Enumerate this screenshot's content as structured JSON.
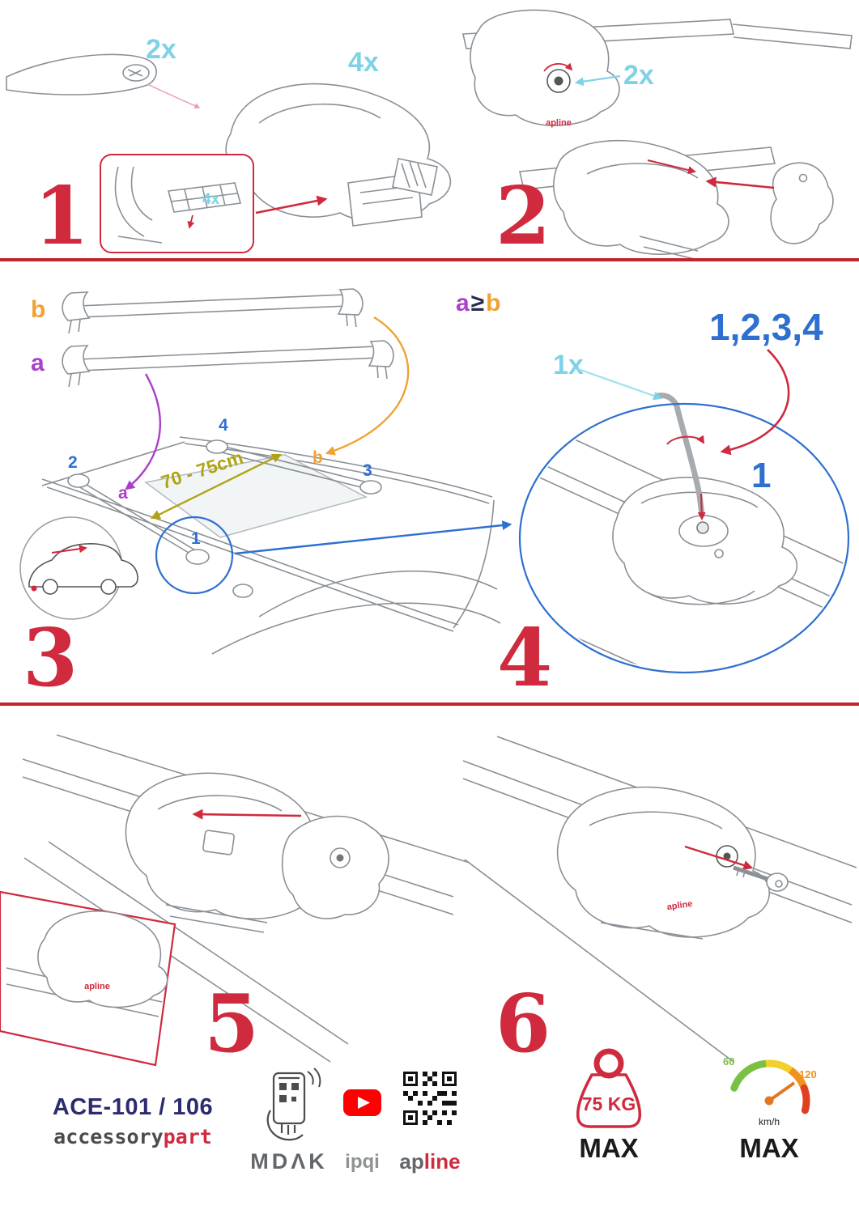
{
  "colors": {
    "accent_red": "#cf2a3e",
    "divider_red": "#c2232e",
    "cyan": "#7fd2e6",
    "blue": "#2f6fd0",
    "purple": "#ab3fc9",
    "orange": "#f0a232",
    "olive": "#b0a416",
    "navy": "#2b2b70",
    "gray_text": "#63666a",
    "line_art": "#8a9096",
    "youtube_red": "#ff0000",
    "speed_green": "#7ac143",
    "speed_yellow": "#f2d12c",
    "speed_orange": "#f0921e",
    "speed_red": "#e04020"
  },
  "steps": {
    "s1": {
      "number": "1",
      "qty_endcaps": "2x",
      "qty_feet": "4x",
      "qty_pads": "4x"
    },
    "s2": {
      "number": "2",
      "qty_locks": "2x",
      "sticker": "apline"
    },
    "s3": {
      "number": "3",
      "bar_b": "b",
      "bar_a": "a",
      "distance": "70 - 75cm",
      "pos_1": "1",
      "pos_2": "2",
      "pos_3": "3",
      "pos_4": "4",
      "roof_a": "a",
      "roof_b": "b"
    },
    "s4": {
      "number": "4",
      "cond_a": "a",
      "cond_op": "≥",
      "cond_b": "b",
      "tighten_sequence": "1,2,3,4",
      "qty_key": "1x",
      "pos_1": "1"
    },
    "s5": {
      "number": "5",
      "sticker": "apline"
    },
    "s6": {
      "number": "6",
      "sticker": "apline"
    }
  },
  "footer": {
    "model": "ACE-101 / 106",
    "brand_part1": "accessory",
    "brand_part2": "part",
    "logo_mdak": "MDΛK",
    "logo_ipqi": "ipqi",
    "logo_apline_1": "ap",
    "logo_apline_2": "line",
    "weight_limit": "75 KG",
    "weight_max_label": "MAX",
    "speed_low": "60",
    "speed_high": "120",
    "speed_unit": "km/h",
    "speed_max_label": "MAX"
  }
}
